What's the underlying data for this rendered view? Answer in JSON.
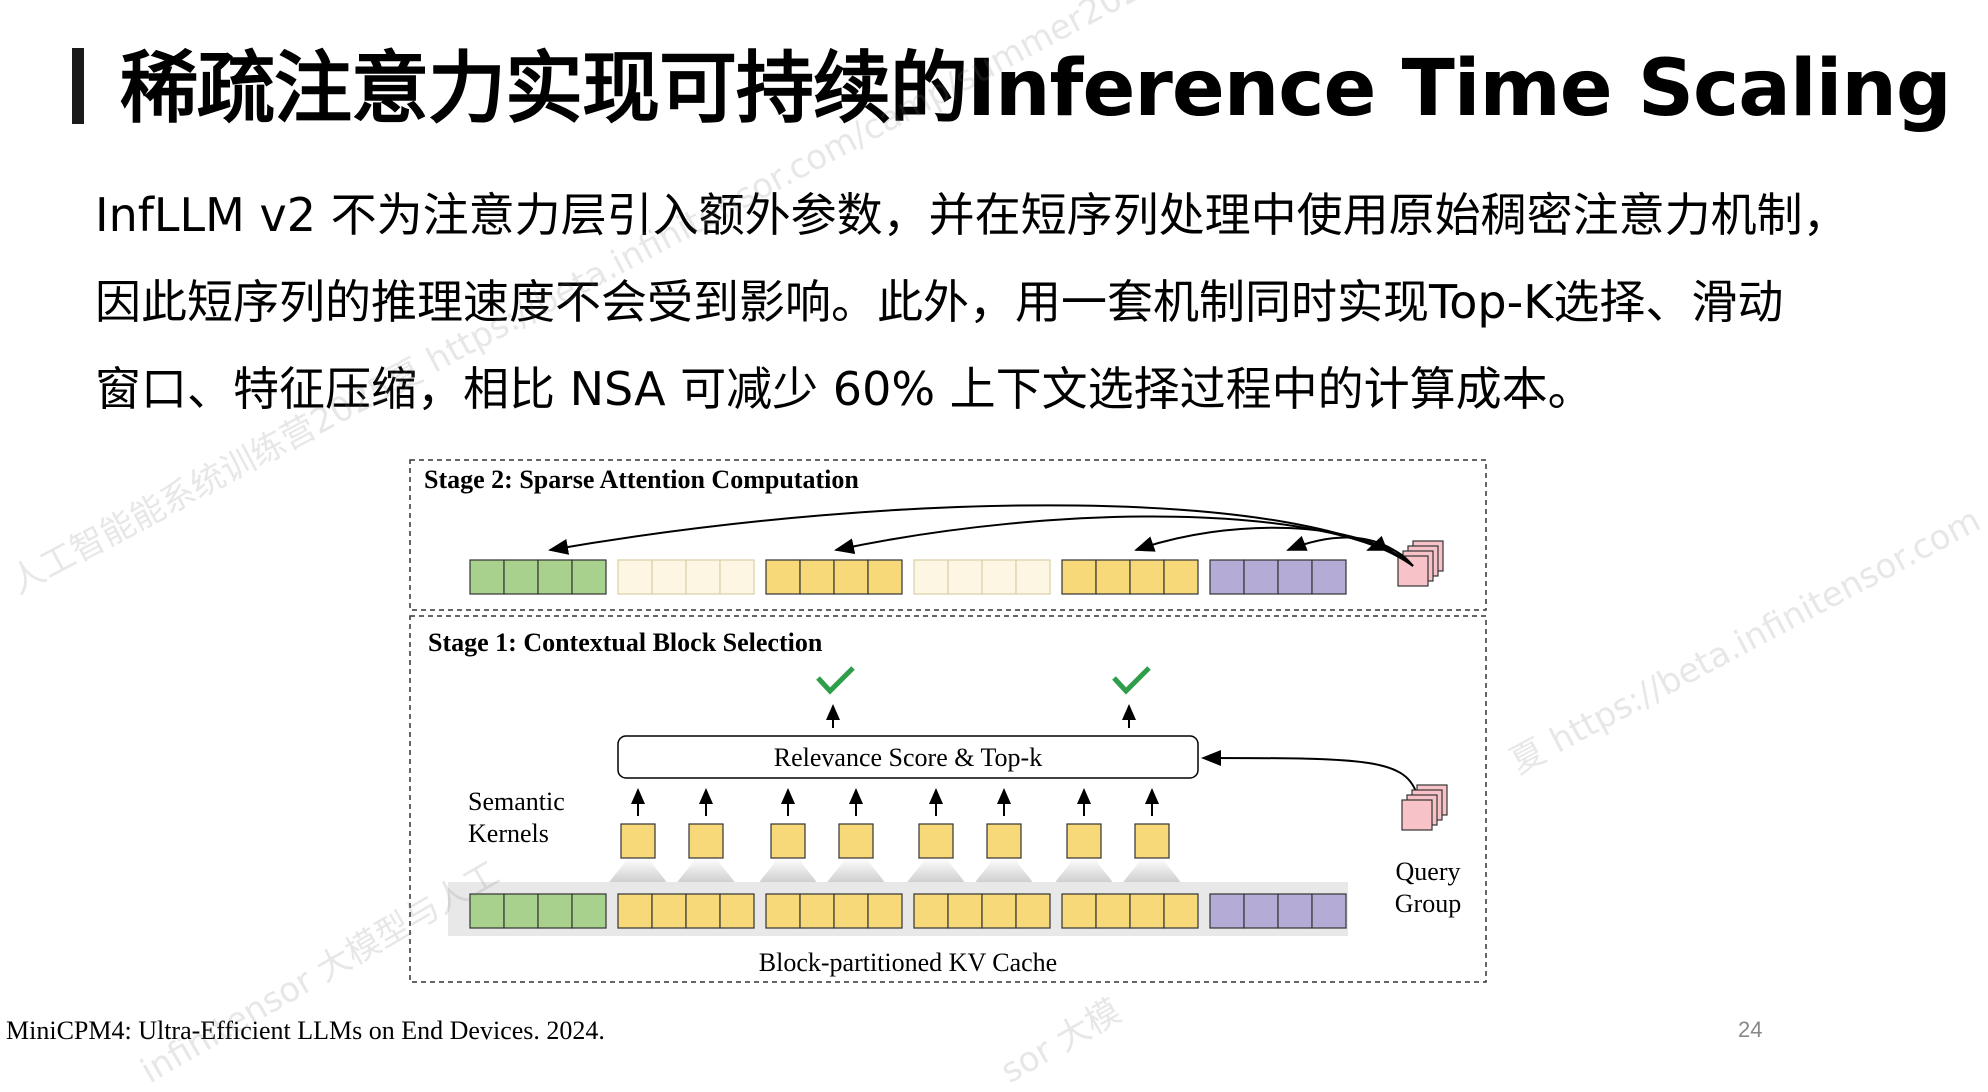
{
  "slide": {
    "title": "稀疏注意力实现可持续的Inference Time Scaling",
    "body_lines": [
      "InfLLM v2 不为注意力层引入额外参数，并在短序列处理中使用原始稠密注意力机制，",
      "因此短序列的推理速度不会受到影响。此外，用一套机制同时实现Top-K选择、滑动",
      "窗口、特征压缩，相比 NSA 可减少 60% 上下文选择过程中的计算成本。"
    ],
    "footer_reference": "MiniCPM4: Ultra-Efficient LLMs on End Devices. 2024.",
    "page_number": "24"
  },
  "diagram": {
    "stage2_title": "Stage 2: Sparse Attention Computation",
    "stage1_title": "Stage 1: Contextual Block Selection",
    "relevance_label": "Relevance Score & Top-k",
    "semantic_kernels_label_line1": "Semantic",
    "semantic_kernels_label_line2": "Kernels",
    "query_group_label_line1": "Query",
    "query_group_label_line2": "Group",
    "kv_cache_label": "Block-partitioned KV Cache",
    "colors": {
      "green_block": "#a9d18e",
      "yellow_block": "#f7d97a",
      "faded_block": "#fdf6e3",
      "purple_block": "#b4acd6",
      "pink_query": "#f8c3c8",
      "check": "#2e9e4a"
    }
  },
  "watermarks": [
    "人工智能能系统训练营2025夏 https://beta.infinitensor.com/camp/summer2025",
    "夏 https://beta.infinitensor.com",
    "infinitensor 大模型与人工",
    "sor 大模"
  ]
}
